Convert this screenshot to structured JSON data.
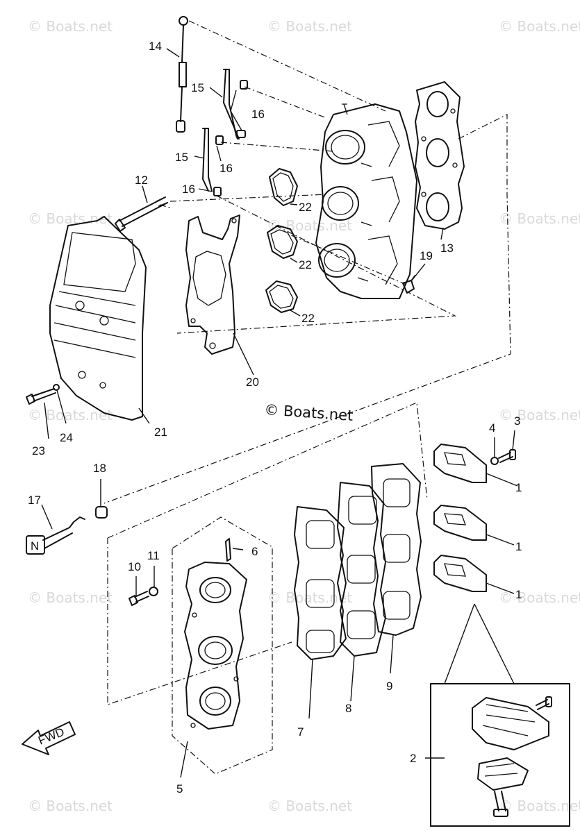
{
  "watermark": "© Boats.net",
  "center_watermark": "© Boats.net",
  "fwd_label": "FWD",
  "labels": {
    "p1a": "1",
    "p1b": "1",
    "p1c": "1",
    "p2": "2",
    "p3": "3",
    "p4": "4",
    "p5": "5",
    "p6": "6",
    "p7": "7",
    "p8": "8",
    "p9": "9",
    "p10": "10",
    "p11": "11",
    "p12": "12",
    "p13": "13",
    "p14": "14",
    "p15a": "15",
    "p15b": "15",
    "p16a": "16",
    "p16b": "16",
    "p16c": "16",
    "p17": "17",
    "p18": "18",
    "p19": "19",
    "p20": "20",
    "p21": "21",
    "p22a": "22",
    "p22b": "22",
    "p22c": "22",
    "p23": "23",
    "p24": "24"
  }
}
